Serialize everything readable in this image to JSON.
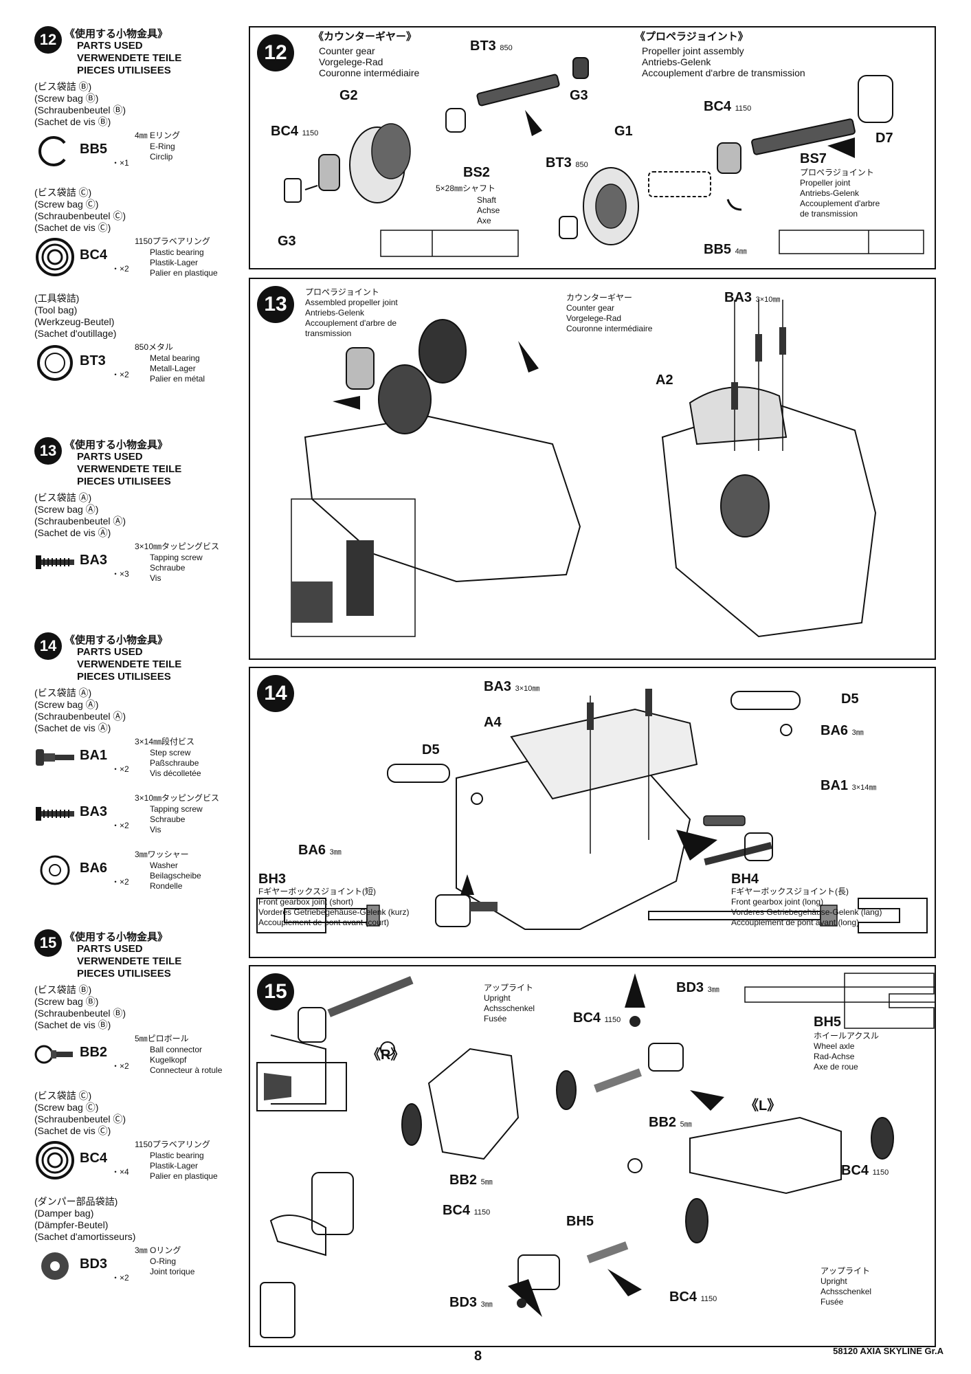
{
  "sidebar": {
    "s12": {
      "num": "12",
      "title_jp": "《使用する小物金具》",
      "lines": [
        "PARTS USED",
        "VERWENDETE TEILE",
        "PIECES UTILISEES"
      ],
      "bags": [
        [
          "(ビス袋詰 Ⓑ)",
          "(Screw bag Ⓑ)",
          "(Schraubenbeutel Ⓑ)",
          "(Sachet de vis Ⓑ)"
        ],
        [
          "(ビス袋詰 Ⓒ)",
          "(Screw bag Ⓒ)",
          "(Schraubenbeutel Ⓒ)",
          "(Sachet de vis Ⓒ)"
        ],
        [
          "(工具袋詰)",
          "(Tool bag)",
          "(Werkzeug-Beutel)",
          "(Sachet d'outillage)"
        ]
      ],
      "parts": [
        {
          "code": "BB5",
          "qty": "・×1",
          "spec": "4㎜ Eリング",
          "names": [
            "E-Ring",
            "Circlip"
          ]
        },
        {
          "code": "BC4",
          "qty": "・×2",
          "spec": "1150プラベアリング",
          "names": [
            "Plastic bearing",
            "Plastik-Lager",
            "Palier en plastique"
          ]
        },
        {
          "code": "BT3",
          "qty": "・×2",
          "spec": "850メタル",
          "names": [
            "Metal bearing",
            "Metall-Lager",
            "Palier en métal"
          ]
        }
      ]
    },
    "s13": {
      "num": "13",
      "title_jp": "《使用する小物金具》",
      "lines": [
        "PARTS USED",
        "VERWENDETE TEILE",
        "PIECES UTILISEES"
      ],
      "bags": [
        [
          "(ビス袋詰 Ⓐ)",
          "(Screw bag Ⓐ)",
          "(Schraubenbeutel Ⓐ)",
          "(Sachet de vis Ⓐ)"
        ]
      ],
      "parts": [
        {
          "code": "BA3",
          "qty": "・×3",
          "spec": "3×10㎜タッピングビス",
          "names": [
            "Tapping screw",
            "Schraube",
            "Vis"
          ]
        }
      ]
    },
    "s14": {
      "num": "14",
      "title_jp": "《使用する小物金具》",
      "lines": [
        "PARTS USED",
        "VERWENDETE TEILE",
        "PIECES UTILISEES"
      ],
      "bags": [
        [
          "(ビス袋詰 Ⓐ)",
          "(Screw bag Ⓐ)",
          "(Schraubenbeutel Ⓐ)",
          "(Sachet de vis Ⓐ)"
        ]
      ],
      "parts": [
        {
          "code": "BA1",
          "qty": "・×2",
          "spec": "3×14㎜段付ビス",
          "names": [
            "Step screw",
            "Paßschraube",
            "Vis décolletée"
          ]
        },
        {
          "code": "BA3",
          "qty": "・×2",
          "spec": "3×10㎜タッピングビス",
          "names": [
            "Tapping screw",
            "Schraube",
            "Vis"
          ]
        },
        {
          "code": "BA6",
          "qty": "・×2",
          "spec": "3㎜ワッシャー",
          "names": [
            "Washer",
            "Beilagscheibe",
            "Rondelle"
          ]
        }
      ]
    },
    "s15": {
      "num": "15",
      "title_jp": "《使用する小物金具》",
      "lines": [
        "PARTS USED",
        "VERWENDETE TEILE",
        "PIECES UTILISEES"
      ],
      "bags": [
        [
          "(ビス袋詰 Ⓑ)",
          "(Screw bag Ⓑ)",
          "(Schraubenbeutel Ⓑ)",
          "(Sachet de vis Ⓑ)"
        ],
        [
          "(ビス袋詰 Ⓒ)",
          "(Screw bag Ⓒ)",
          "(Schraubenbeutel Ⓒ)",
          "(Sachet de vis Ⓒ)"
        ],
        [
          "(ダンパー部品袋詰)",
          "(Damper bag)",
          "(Dämpfer-Beutel)",
          "(Sachet d'amortisseurs)"
        ]
      ],
      "parts": [
        {
          "code": "BB2",
          "qty": "・×2",
          "spec": "5㎜ピロボール",
          "names": [
            "Ball connector",
            "Kugelkopf",
            "Connecteur à rotule"
          ]
        },
        {
          "code": "BC4",
          "qty": "・×4",
          "spec": "1150プラベアリング",
          "names": [
            "Plastic bearing",
            "Plastik-Lager",
            "Palier en plastique"
          ]
        },
        {
          "code": "BD3",
          "qty": "・×2",
          "spec": "3㎜ Oリング",
          "names": [
            "O-Ring",
            "Joint torique"
          ]
        }
      ]
    }
  },
  "panels": {
    "p12": {
      "num": "12",
      "counter_jp": "《カウンターギヤー》",
      "counter_en": "Counter gear",
      "counter_de": "Vorgelege-Rad",
      "counter_fr": "Couronne intermédiaire",
      "prop_jp": "《プロペラジョイント》",
      "prop_en": "Propeller joint assembly",
      "prop_de": "Antriebs-Gelenk",
      "prop_fr": "Accouplement d'arbre de transmission",
      "bt3": "BT3",
      "bt3_spec": "850",
      "g3": "G3",
      "g2": "G2",
      "bc4": "BC4",
      "bc4_spec": "1150",
      "bs2": "BS2",
      "bs2_spec": "5×28㎜シャフト",
      "bs2_names": [
        "Shaft",
        "Achse",
        "Axe"
      ],
      "g1": "G1",
      "d7": "D7",
      "bs7": "BS7",
      "bs7_jp": "プロペラジョイント",
      "bs7_names": [
        "Propeller joint",
        "Antriebs-Gelenk",
        "Accouplement d'arbre",
        "de transmission"
      ],
      "bb5": "BB5",
      "bb5_spec": "4㎜"
    },
    "p13": {
      "num": "13",
      "prop_jp": "プロペラジョイント",
      "prop_names": [
        "Assembled propeller joint",
        "Antriebs-Gelenk",
        "Accouplement d'arbre de",
        "transmission"
      ],
      "counter_jp": "カウンターギヤー",
      "counter_names": [
        "Counter gear",
        "Vorgelege-Rad",
        "Couronne intermédiaire"
      ],
      "ba3": "BA3",
      "ba3_spec": "3×10㎜",
      "a2": "A2"
    },
    "p14": {
      "num": "14",
      "ba3": "BA3",
      "ba3_spec": "3×10㎜",
      "a4": "A4",
      "d5a": "D5",
      "d5b": "D5",
      "ba6a": "BA6",
      "ba6a_spec": "3㎜",
      "ba6b": "BA6",
      "ba6b_spec": "3㎜",
      "ba1": "BA1",
      "ba1_spec": "3×14㎜",
      "bh3": "BH3",
      "bh3_jp": "Fギヤーボックスジョイント(短)",
      "bh3_names": [
        "Front gearbox joint (short)",
        "Vorderes Getriebegehäuse-Gelenk (kurz)",
        "Accouplement de pont avant (court)"
      ],
      "bh4": "BH4",
      "bh4_jp": "Fギヤーボックスジョイント(長)",
      "bh4_names": [
        "Front gearbox joint (long)",
        "Vorderes Getriebegehäuse-Gelenk (lang)",
        "Accouplement de pont avant (long)"
      ]
    },
    "p15": {
      "num": "15",
      "upright_jp": "アップライト",
      "upright_names": [
        "Upright",
        "Achsschenkel",
        "Fusée"
      ],
      "bc4": "BC4",
      "bc4_spec": "1150",
      "bd3": "BD3",
      "bd3_spec": "3㎜",
      "bh5": "BH5",
      "bh5_jp": "ホイールアクスル",
      "bh5_names": [
        "Wheel axle",
        "Rad-Achse",
        "Axe de roue"
      ],
      "r": "《R》",
      "l": "《L》",
      "bb2": "BB2",
      "bb2_spec": "5㎜",
      "upright2_jp": "アップライト",
      "upright2_names": [
        "Upright",
        "Achsschenkel",
        "Fusée"
      ]
    }
  },
  "footer": {
    "page": "8",
    "model": "58120 AXIA SKYLINE Gr.A"
  }
}
